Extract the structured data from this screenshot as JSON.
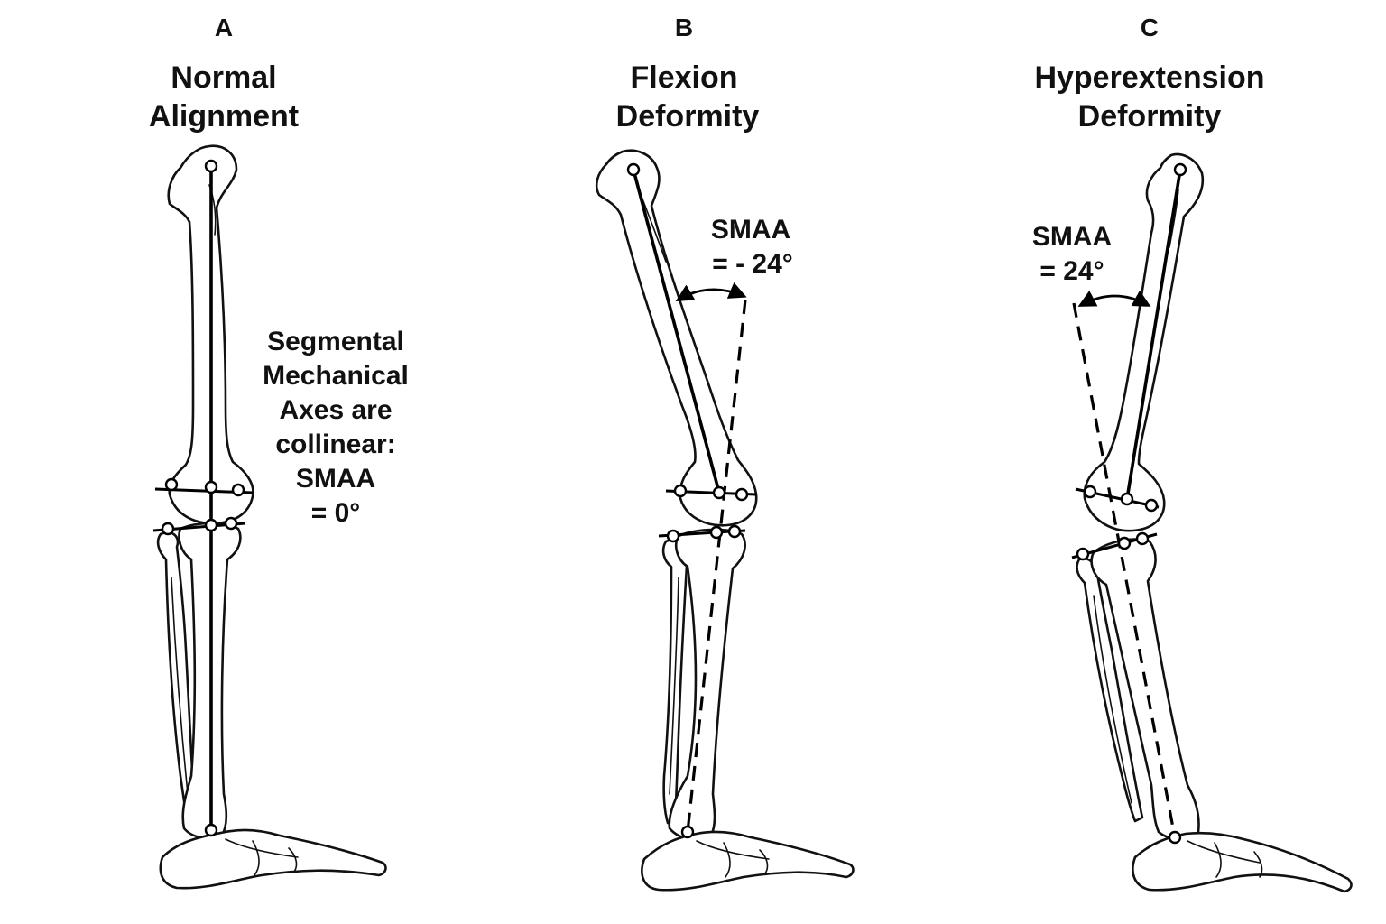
{
  "panels": [
    {
      "letter": "A",
      "title": [
        "Normal",
        "Alignment"
      ],
      "note": [
        "Segmental",
        "Mechanical",
        "Axes are",
        "collinear:",
        "SMAA",
        "= 0°"
      ]
    },
    {
      "letter": "B",
      "title": [
        "Flexion",
        "Deformity"
      ],
      "angle_label": [
        "SMAA",
        "= - 24°"
      ],
      "smaa_deg": -24
    },
    {
      "letter": "C",
      "title": [
        "Hyperextension",
        "Deformity"
      ],
      "angle_label": [
        "SMAA",
        "= 24°"
      ],
      "smaa_deg": 24
    }
  ],
  "icons": [
    "femur",
    "tibia",
    "fibula",
    "foot",
    "hip-center-point",
    "knee-joint-points",
    "ankle-center-point",
    "mechanical-axis-line",
    "angle-arc-arrow"
  ]
}
